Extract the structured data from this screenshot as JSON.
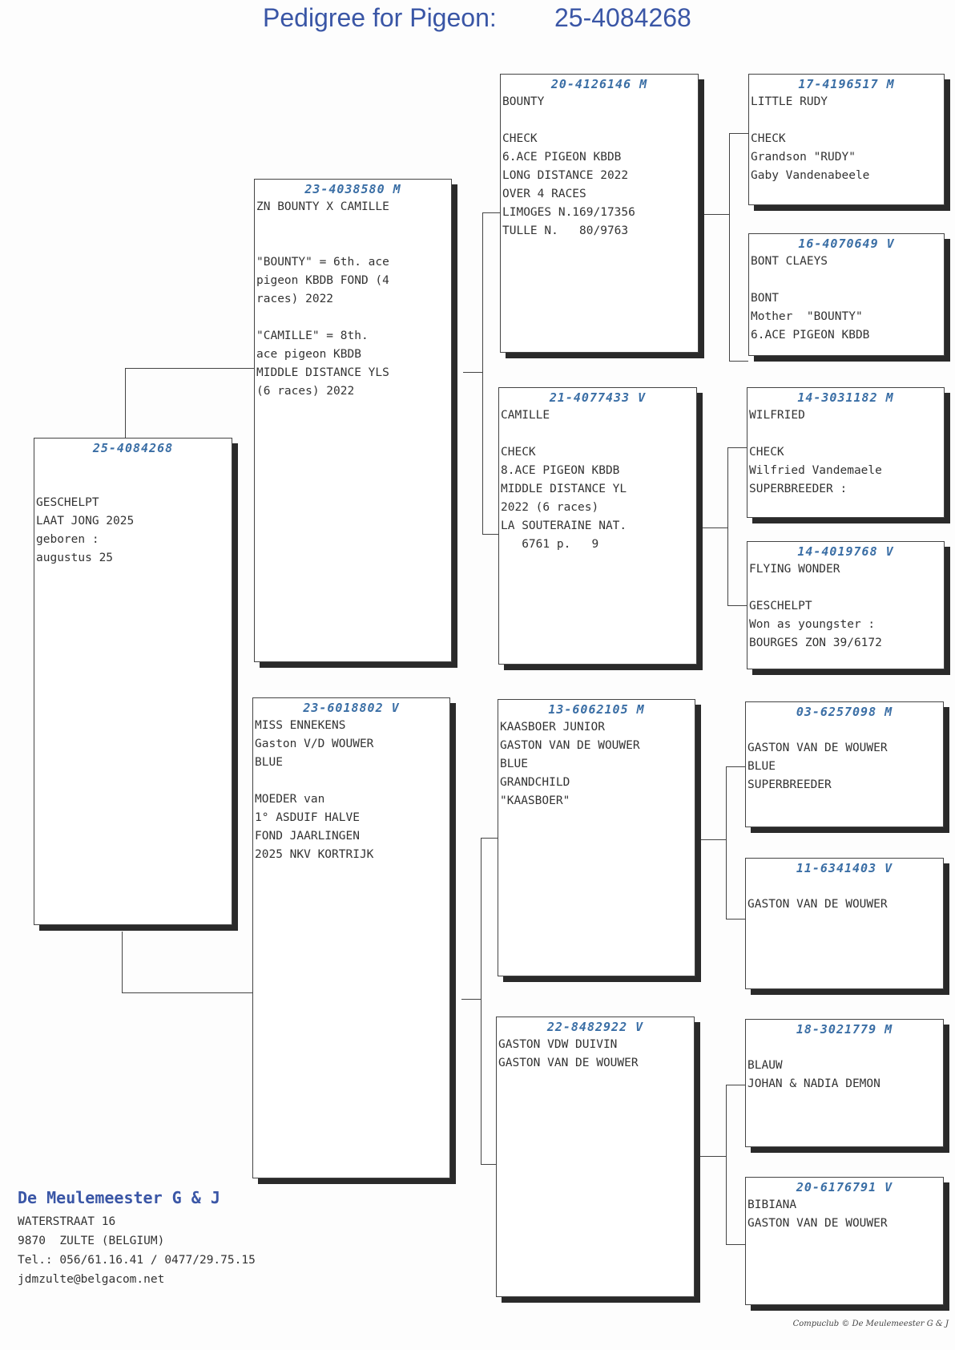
{
  "title": {
    "label": "Pedigree for Pigeon:",
    "number": "25-4084268"
  },
  "subject": {
    "ring": "25-4084268",
    "lines": [
      "",
      "",
      "GESCHELPT",
      "LAAT JONG 2025",
      "geboren :",
      "augustus 25"
    ]
  },
  "sire": {
    "ring": "23-4038580 M",
    "lines": [
      "ZN BOUNTY X CAMILLE",
      "",
      "",
      "\"BOUNTY\" = 6th. ace",
      "pigeon KBDB FOND (4",
      "races) 2022",
      "",
      "\"CAMILLE\" = 8th.",
      "ace pigeon KBDB",
      "MIDDLE DISTANCE YLS",
      "(6 races) 2022"
    ]
  },
  "dam": {
    "ring": "23-6018802 V",
    "lines": [
      "MISS ENNEKENS",
      "Gaston V/D WOUWER",
      "BLUE",
      "",
      "MOEDER van",
      "1° ASDUIF HALVE",
      "FOND JAARLINGEN",
      "2025 NKV KORTRIJK"
    ]
  },
  "ss": {
    "ring": "20-4126146 M",
    "lines": [
      "BOUNTY",
      "",
      "CHECK",
      "6.ACE PIGEON KBDB",
      "LONG DISTANCE 2022",
      "OVER 4 RACES",
      "LIMOGES N.169/17356",
      "TULLE N.   80/9763"
    ]
  },
  "sd": {
    "ring": "21-4077433 V",
    "lines": [
      "CAMILLE",
      "",
      "CHECK",
      "8.ACE PIGEON KBDB",
      "MIDDLE DISTANCE YL",
      "2022 (6 races)",
      "LA SOUTERAINE NAT.",
      "   6761 p.   9"
    ]
  },
  "ds": {
    "ring": "13-6062105 M",
    "lines": [
      "KAASBOER JUNIOR",
      "GASTON VAN DE WOUWER",
      "BLUE",
      "GRANDCHILD",
      "\"KAASBOER\""
    ]
  },
  "dd": {
    "ring": "22-8482922 V",
    "lines": [
      "GASTON VDW DUIVIN",
      "GASTON VAN DE WOUWER"
    ]
  },
  "sss": {
    "ring": "17-4196517 M",
    "lines": [
      "LITTLE RUDY",
      "",
      "CHECK",
      "Grandson \"RUDY\"",
      "Gaby Vandenabeele"
    ]
  },
  "ssd": {
    "ring": "16-4070649 V",
    "lines": [
      "BONT CLAEYS",
      "",
      "BONT",
      "Mother  \"BOUNTY\"",
      "6.ACE PIGEON KBDB"
    ]
  },
  "sds": {
    "ring": "14-3031182 M",
    "lines": [
      "WILFRIED",
      "",
      "CHECK",
      "Wilfried Vandemaele",
      "SUPERBREEDER :"
    ]
  },
  "sdd": {
    "ring": "14-4019768 V",
    "lines": [
      "FLYING WONDER",
      "",
      "GESCHELPT",
      "Won as youngster :",
      "BOURGES ZON 39/6172"
    ]
  },
  "dss": {
    "ring": "03-6257098 M",
    "lines": [
      "",
      "GASTON VAN DE WOUWER",
      "BLUE",
      "SUPERBREEDER"
    ]
  },
  "dsd": {
    "ring": "11-6341403 V",
    "lines": [
      "",
      "GASTON VAN DE WOUWER"
    ]
  },
  "dds": {
    "ring": "18-3021779 M",
    "lines": [
      "",
      "BLAUW",
      "JOHAN & NADIA DEMON"
    ]
  },
  "ddd": {
    "ring": "20-6176791 V",
    "lines": [
      "BIBIANA",
      "GASTON VAN DE WOUWER"
    ]
  },
  "breeder": {
    "name": "De Meulemeester G & J",
    "lines": [
      "WATERSTRAAT 16",
      "9870  ZULTE (BELGIUM)",
      "Tel.: 056/61.16.41 / 0477/29.75.15",
      "jdmzulte@belgacom.net"
    ]
  },
  "credit": "Compuclub © De Meulemeester G & J"
}
